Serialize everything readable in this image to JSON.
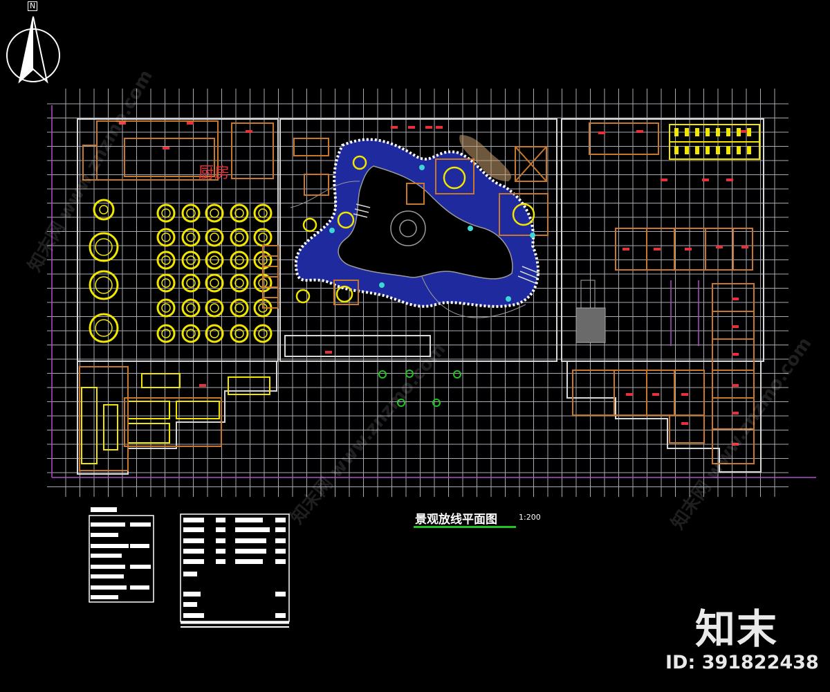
{
  "drawing": {
    "title": "景观放线平面图",
    "scale": "1:200",
    "kitchen_label": "厨房",
    "north_label": "N"
  },
  "watermark": {
    "brand": "知末",
    "id": "ID: 391822438",
    "site_text": "知末网 www.znzmo.com"
  },
  "colors": {
    "background": "#000000",
    "grid": "#c8c8d8",
    "wall": "#d9d9d9",
    "furniture_yellow": "#f2e600",
    "wood": "#c8782a",
    "water_blue": "#1f2a9e",
    "accent_red": "#e6303a",
    "cyan": "#3fd6d6",
    "green": "#22c322",
    "magenta": "#b44fc8"
  }
}
